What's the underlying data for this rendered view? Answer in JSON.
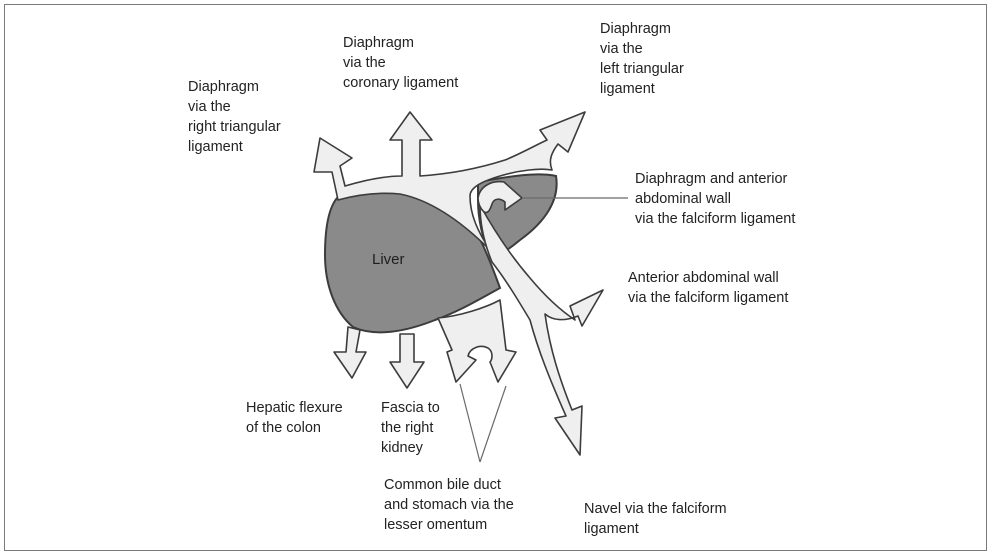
{
  "labels": {
    "liver": "Liver",
    "diaphragm_right_triangular": "Diaphragm\nvia the\nright triangular\nligament",
    "diaphragm_coronary": "Diaphragm\nvia the\ncoronary ligament",
    "diaphragm_left_triangular": "Diaphragm\nvia the\nleft triangular\nligament",
    "diaphragm_anterior_wall_falciform": "Diaphragm and anterior\nabdominal wall\nvia the falciform ligament",
    "anterior_wall_falciform": "Anterior abdominal wall\nvia the falciform ligament",
    "hepatic_flexure": "Hepatic flexure\nof the colon",
    "fascia_right_kidney": "Fascia to\nthe right\nkidney",
    "bile_duct_lesser_omentum": "Common bile duct\nand stomach via the\nlesser omentum",
    "navel_falciform": "Navel via the falciform\nligament"
  },
  "colors": {
    "liver_fill": "#8a8a8a",
    "arrow_fill": "#efefef",
    "outline": "#3c3c3c",
    "frame": "#7a7a7a"
  }
}
